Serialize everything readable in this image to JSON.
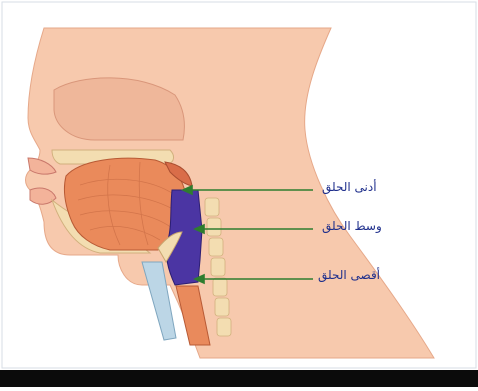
{
  "labels": {
    "upper": "أدنى الحلق",
    "middle": "وسط الحلق",
    "lower": "أقصى الحلق"
  },
  "colors": {
    "skin": "#f6c9ad",
    "muscle": "#e98a5c",
    "pharynx": "#4b35a3",
    "arrow": "#2f7d2f",
    "label_text": "#1f2f8c",
    "bottom_bar": "#0b0b0b"
  }
}
